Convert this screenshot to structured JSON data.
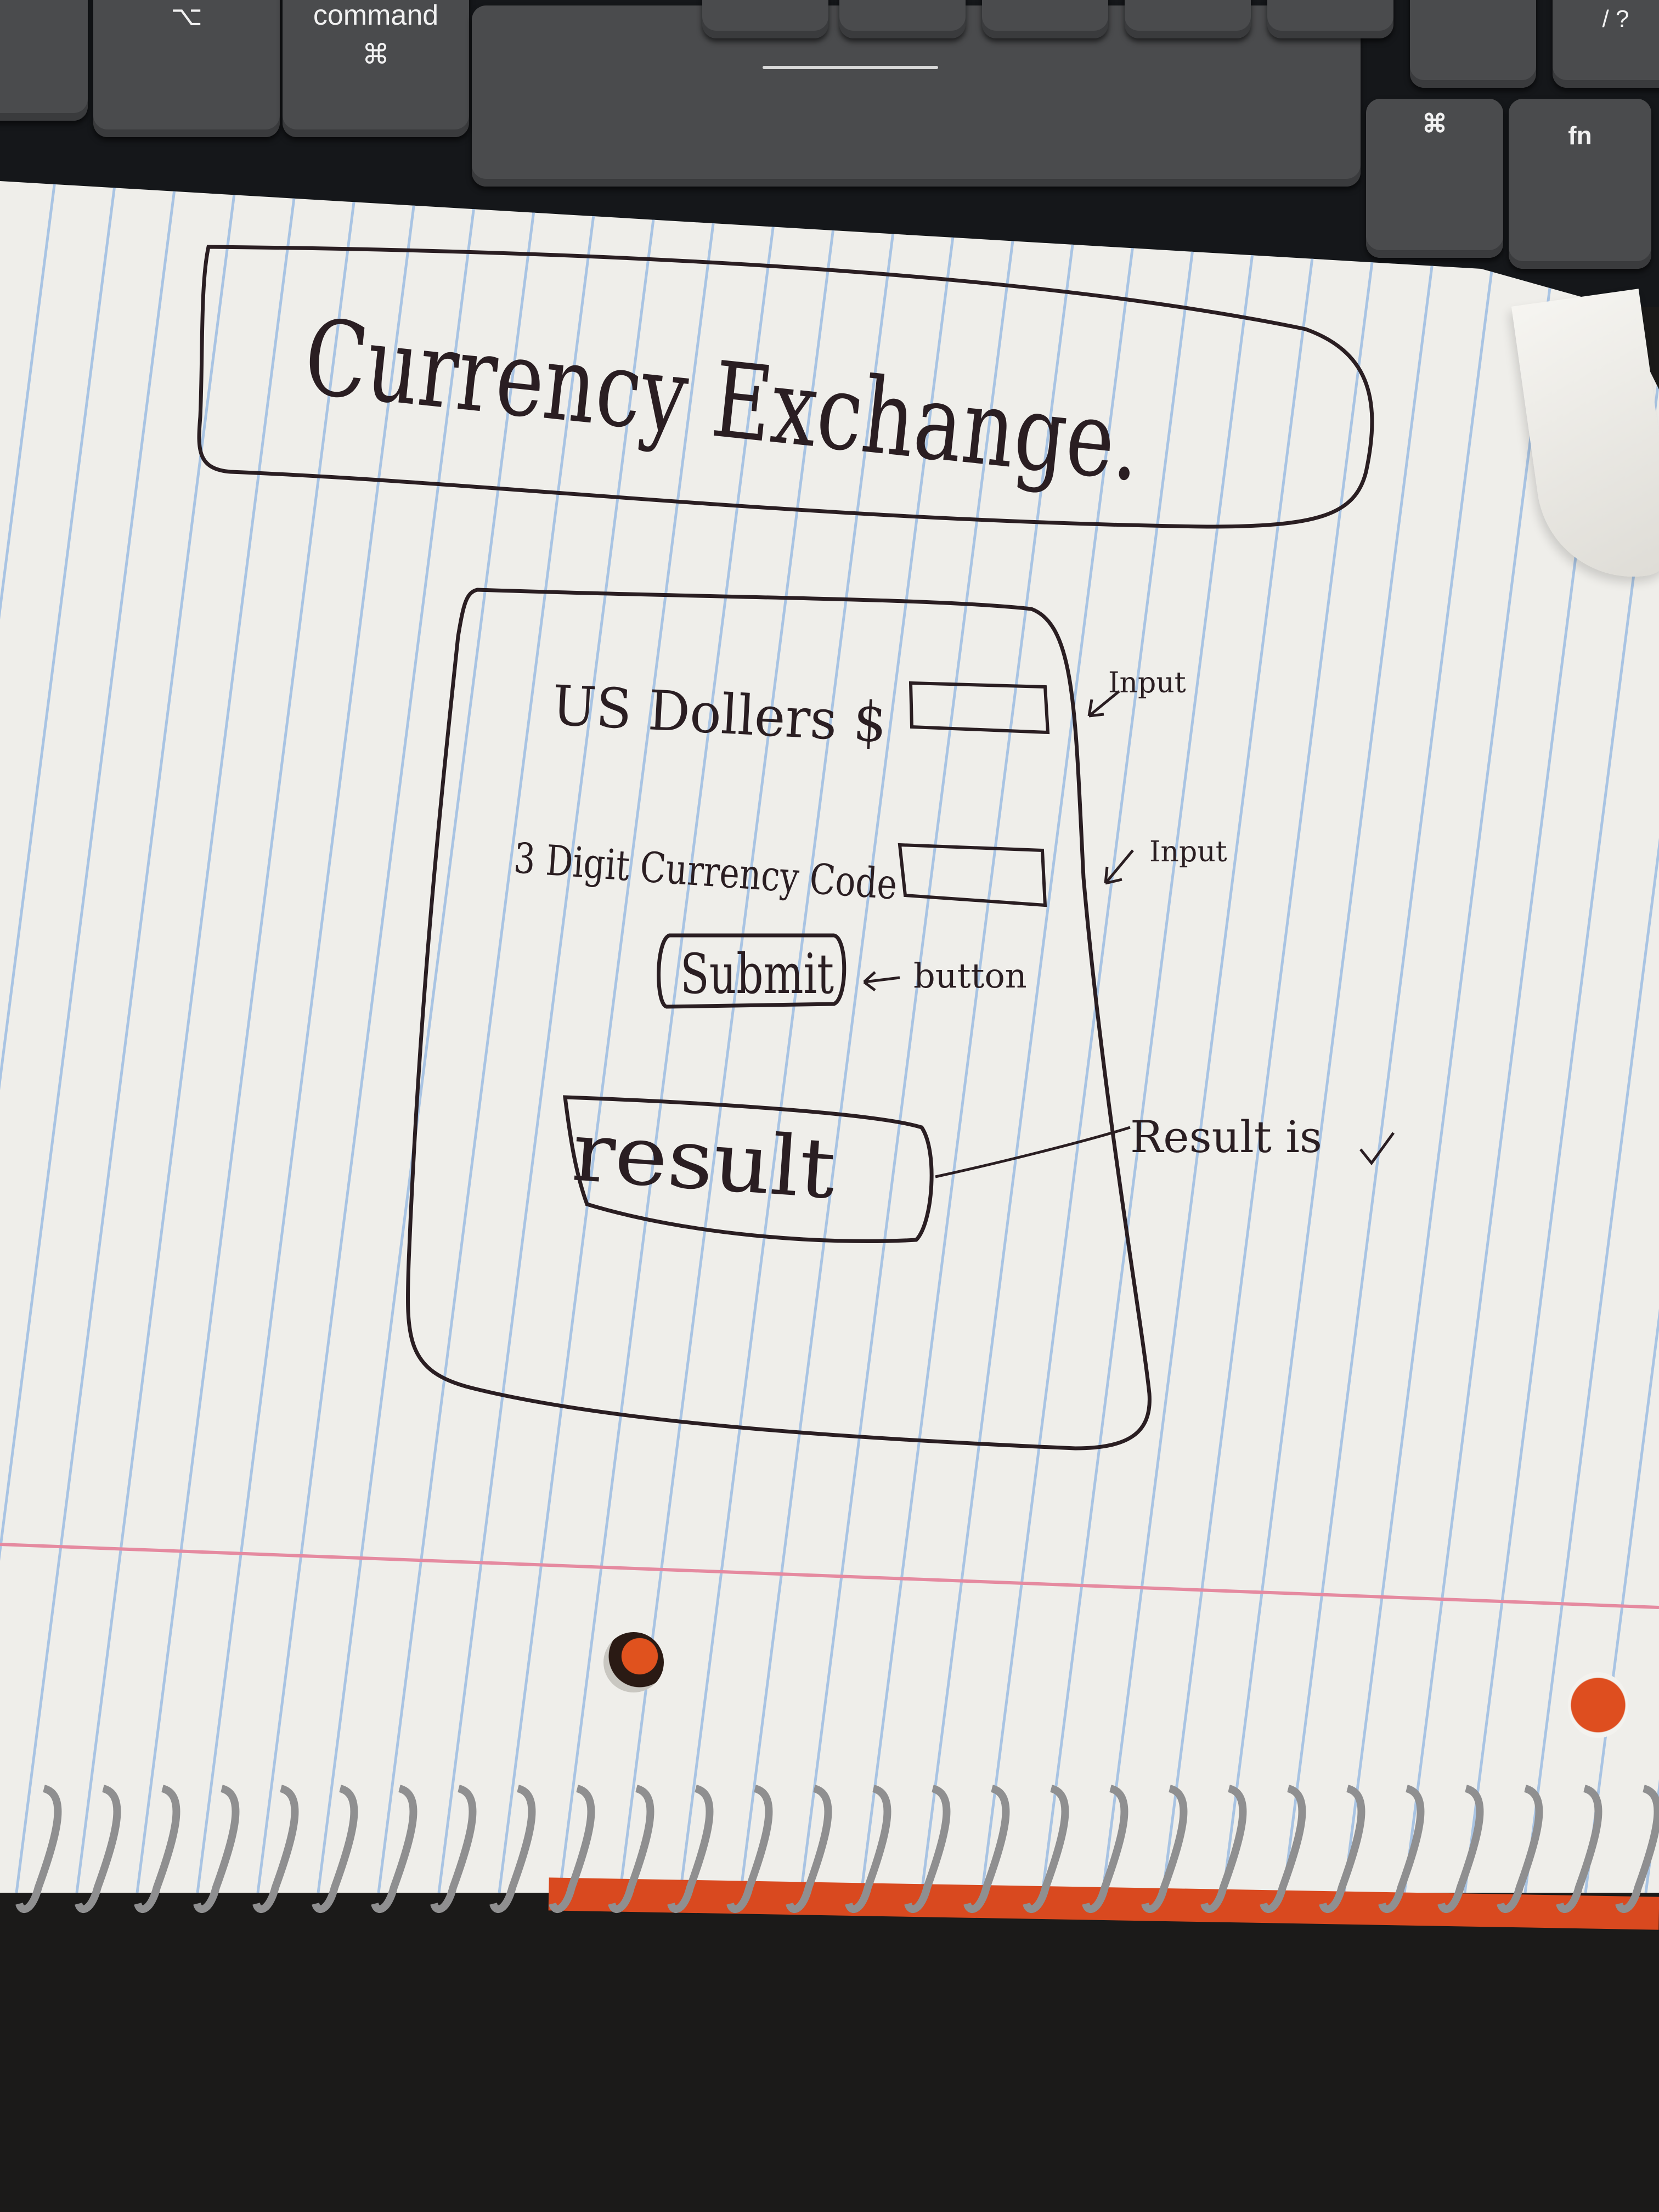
{
  "keyboard": {
    "option_key": {
      "label": "option",
      "symbol": "⌥"
    },
    "command_key": {
      "label": "command",
      "symbol": "⌘"
    },
    "command_right_key": {
      "symbol": "⌘"
    },
    "fn_key": {
      "label": "fn"
    },
    "slash_key": {
      "label": "/ ?"
    }
  },
  "sketch": {
    "title": "Currency Exchange.",
    "usd_label": "US Dollers $",
    "code_label": "3 Digit Currency Code",
    "submit_label": "Submit",
    "result_label": "result",
    "annotations": {
      "usd_input_note": "Input",
      "code_input_note": "Input",
      "submit_note": "button",
      "result_note": "Result is"
    }
  },
  "colors": {
    "ink": "#2a1e22",
    "paper": "#efeeea",
    "rule_blue": "#a9c4e3",
    "margin_red": "#e58aa0",
    "cover_orange": "#d9491f"
  }
}
